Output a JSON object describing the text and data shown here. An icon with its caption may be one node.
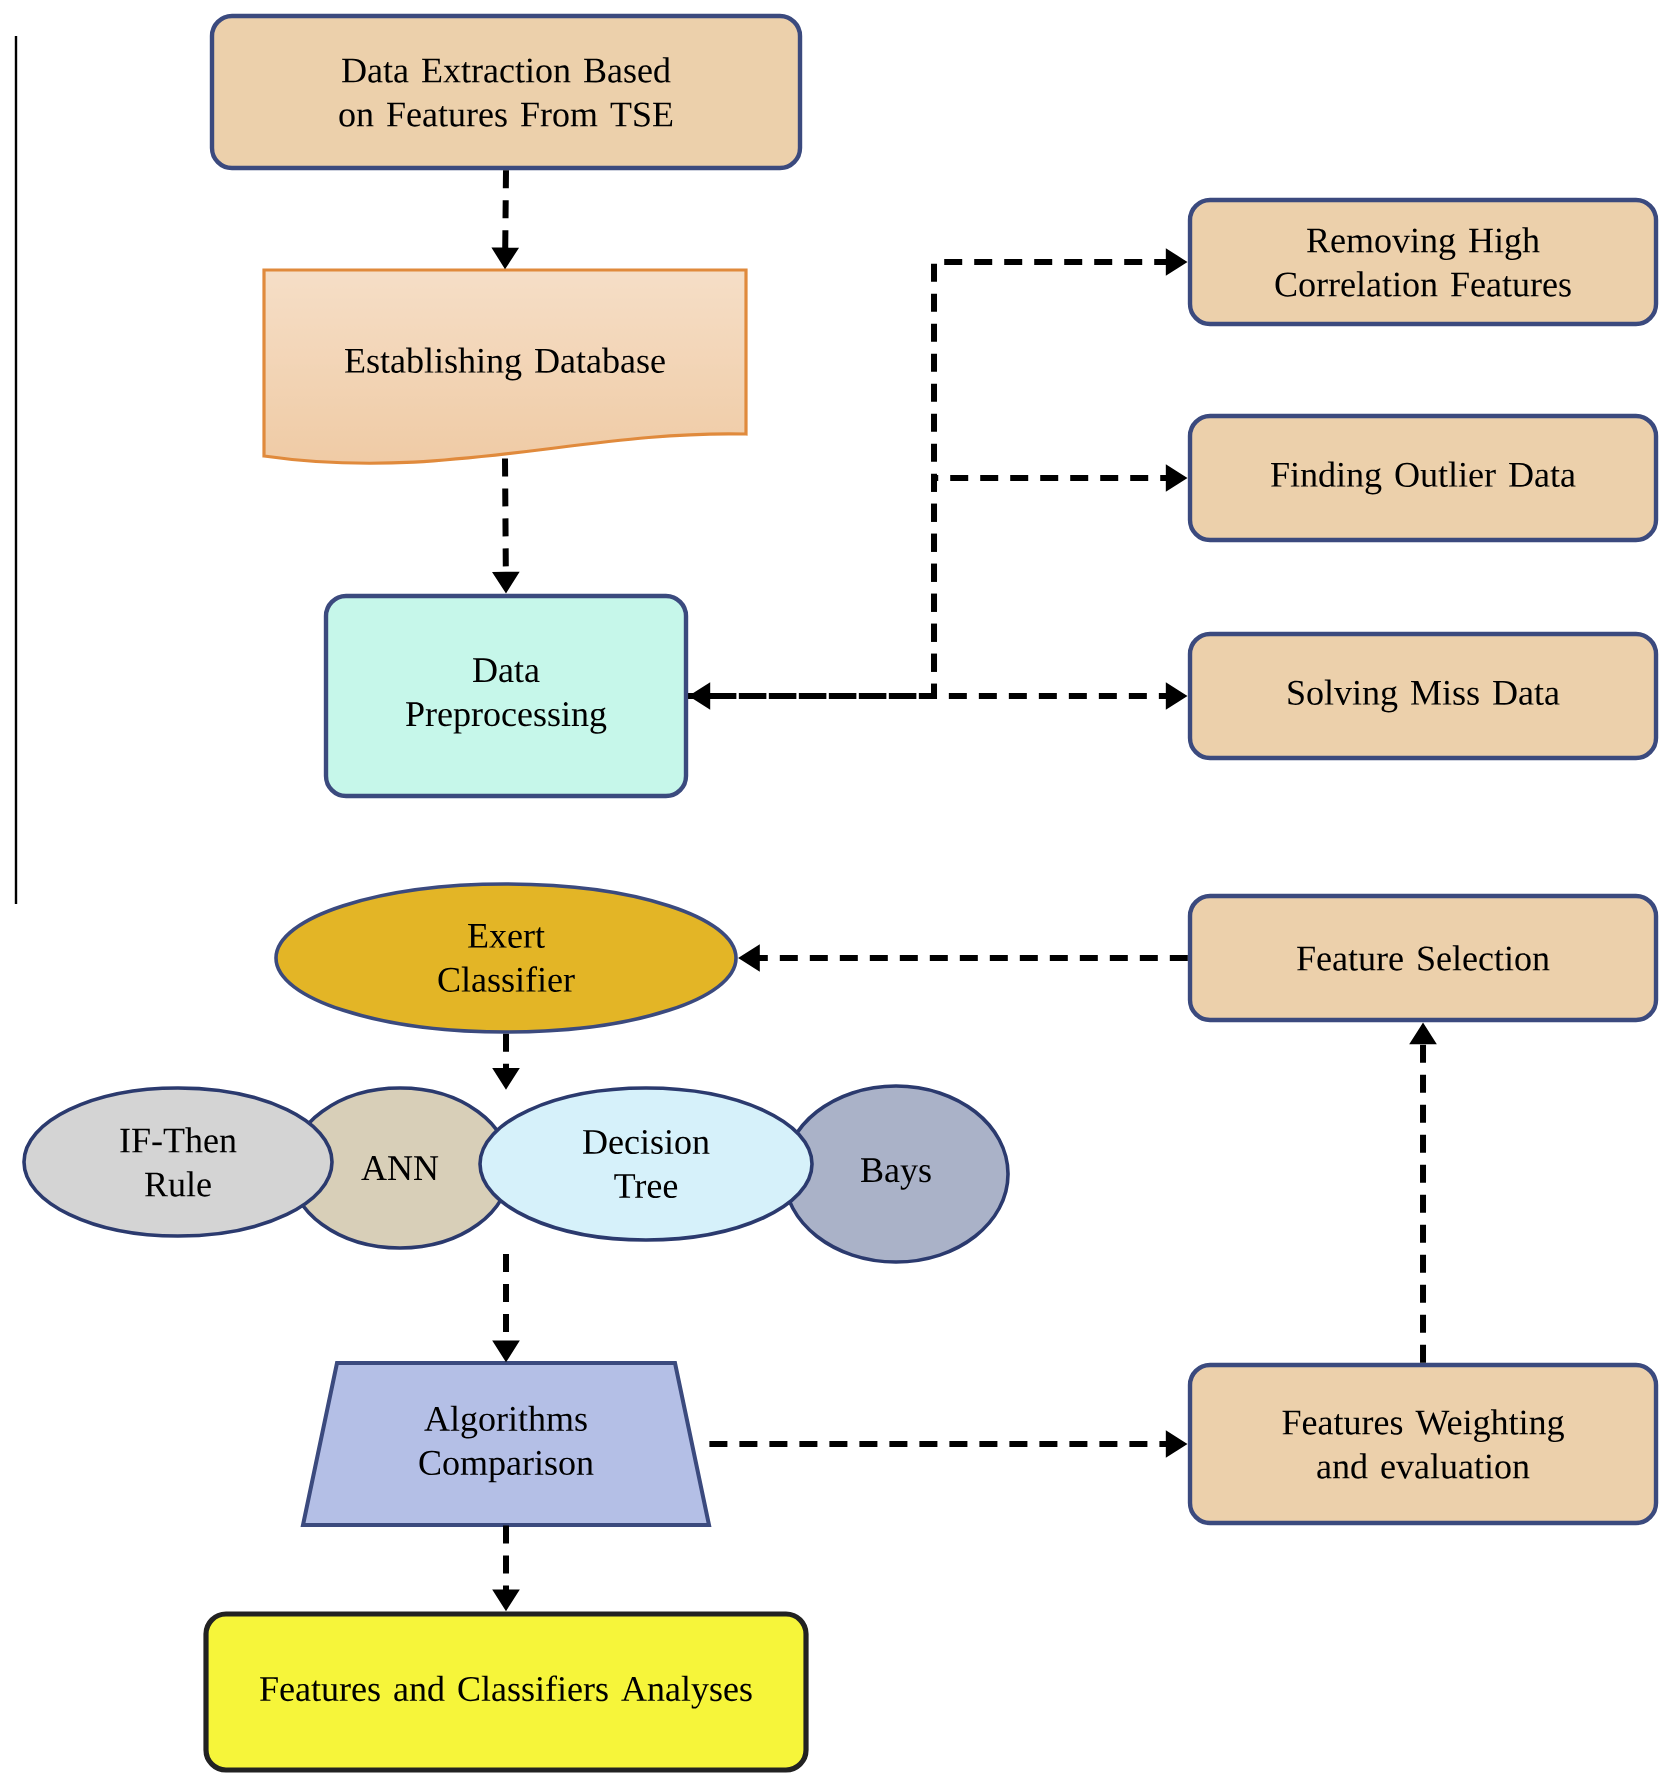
{
  "diagram": {
    "nodes": [
      {
        "text": [
          "Data Extraction Based on Features From TSE"
        ]
      },
      {
        "text": [
          "Establishing Database"
        ]
      },
      {
        "text": [
          "Data Preprocessing"
        ]
      },
      {
        "text": [
          "Removing High Correlation Features"
        ]
      },
      {
        "text": [
          "Finding Outlier Data"
        ]
      },
      {
        "text": [
          "Solving Miss Data"
        ]
      },
      {
        "text": [
          "Exert Classifier"
        ]
      },
      {
        "text": [
          "Feature Selection"
        ]
      },
      {
        "text": [
          "IF-Then Rule"
        ]
      },
      {
        "text": [
          "ANN"
        ]
      },
      {
        "text": [
          "Decision Tree"
        ]
      },
      {
        "text": [
          "Bays"
        ]
      },
      {
        "text": [
          "Algorithms Comparison"
        ]
      },
      {
        "text": [
          "Features Weighting and evaluation"
        ]
      },
      {
        "text": [
          "Features and Classifiers Analyses"
        ]
      }
    ],
    "edges": [
      {
        "from": 0,
        "to": 1,
        "arrow": "to"
      },
      {
        "from": 1,
        "to": 2,
        "arrow": "to"
      },
      {
        "from": 2,
        "to": 3,
        "arrow": "to"
      },
      {
        "from": 2,
        "to": 4,
        "arrow": "to"
      },
      {
        "from": 2,
        "to": 5,
        "arrow": "both"
      },
      {
        "from": 6,
        "to": null,
        "arrow": "to"
      },
      {
        "from": null,
        "to": 12,
        "arrow": "to"
      },
      {
        "from": 12,
        "to": 14,
        "arrow": "to"
      },
      {
        "from": 12,
        "to": 13,
        "arrow": "to"
      },
      {
        "from": 13,
        "to": 7,
        "arrow": "to"
      },
      {
        "from": 7,
        "to": 6,
        "arrow": "to"
      }
    ]
  }
}
